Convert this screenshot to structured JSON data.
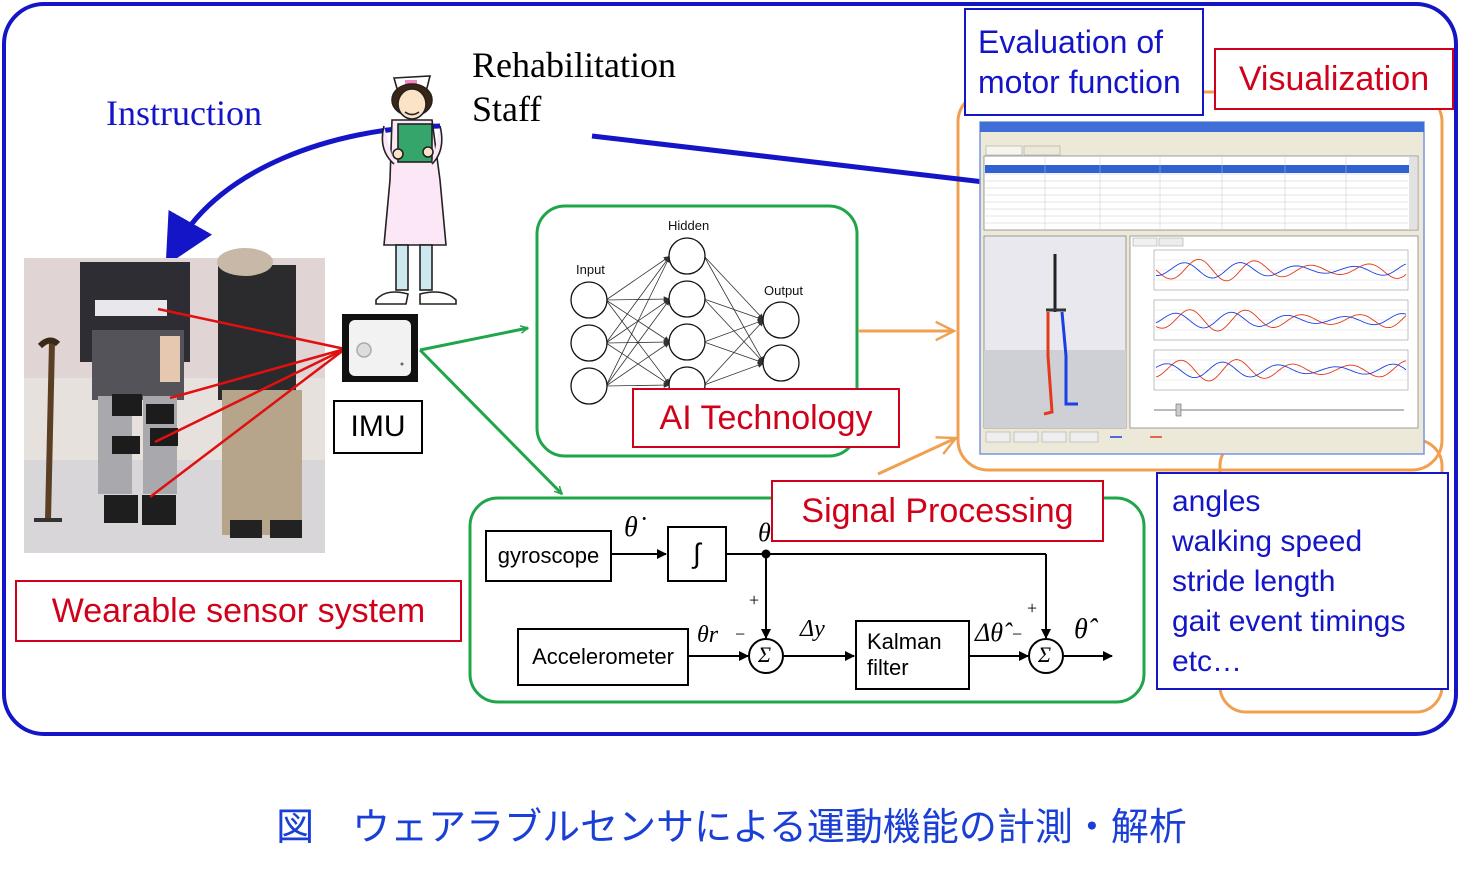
{
  "labels": {
    "instruction": "Instruction",
    "rehab_staff_line1": "Rehabilitation",
    "rehab_staff_line2": "Staff",
    "imu": "IMU",
    "wearable": "Wearable sensor system",
    "ai": "AI Technology",
    "signal": "Signal Processing",
    "visualization": "Visualization",
    "evaluation_line1": "Evaluation of",
    "evaluation_line2": "motor function"
  },
  "neural_net": {
    "input": "Input",
    "hidden": "Hidden",
    "output": "Output"
  },
  "kalman": {
    "gyroscope": "gyroscope",
    "integrator": "∫",
    "accelerometer": "Accelerometer",
    "kalman_line1": "Kalman",
    "kalman_line2": "filter",
    "sigma": "Σ",
    "plus": "+",
    "minus": "−",
    "theta_dot": "θ̇",
    "theta": "θ",
    "theta_r": "θr",
    "delta_y": "Δy",
    "delta_theta_hat": "Δθ̂",
    "theta_hat": "θ̂"
  },
  "metrics": [
    "angles",
    "walking speed",
    "stride length",
    "gait event timings",
    "etc…"
  ],
  "caption": "図　ウェアラブルセンサによる運動機能の計測・解析",
  "colors": {
    "outer_border": "#1515c8",
    "green_box": "#1fa64a",
    "orange": "#f0a050",
    "red_label": "#d0021b",
    "blue_label": "#1515c8",
    "caption": "#1a3fd6"
  }
}
